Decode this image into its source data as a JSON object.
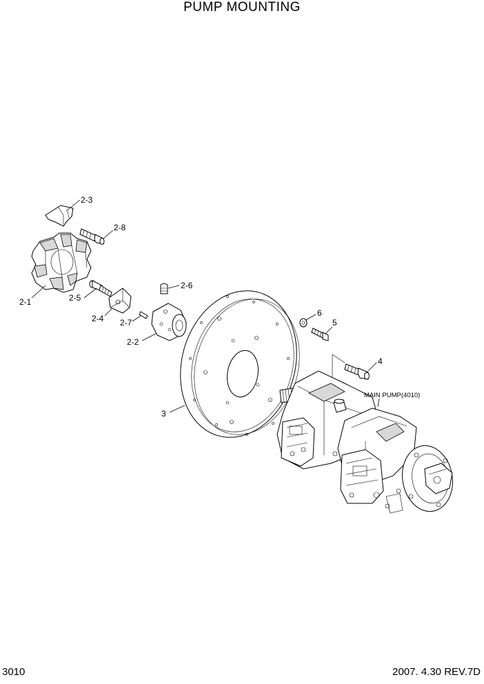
{
  "title": "PUMP MOUNTING",
  "page_number": "3010",
  "revision": "2007. 4.30  REV.7D",
  "labels": {
    "p2_3": "2-3",
    "p2_8": "2-8",
    "p2_1": "2-1",
    "p2_5": "2-5",
    "p2_4": "2-4",
    "p2_6": "2-6",
    "p2_7": "2-7",
    "p2_2": "2-2",
    "p3": "3",
    "p6": "6",
    "p5": "5",
    "p4": "4",
    "main_pump": "MAIN PUMP(4010)"
  }
}
